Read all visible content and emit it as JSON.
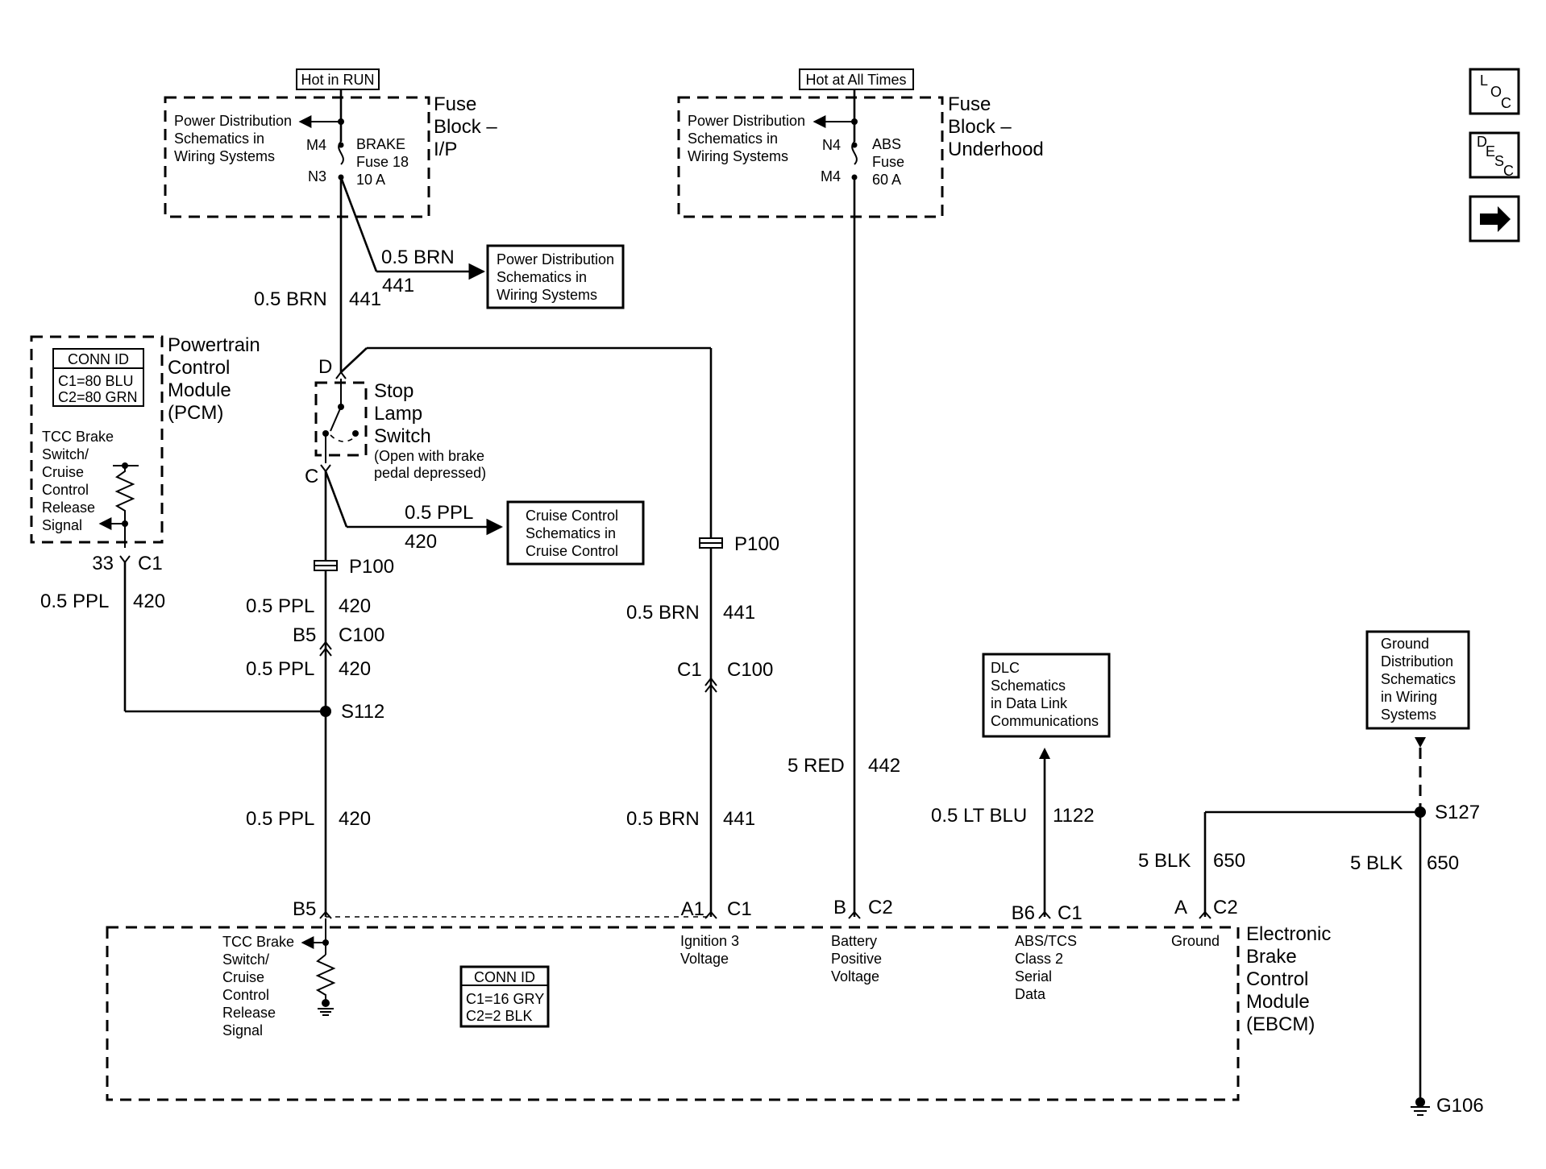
{
  "supply": {
    "hot_run": "Hot in RUN",
    "hot_all": "Hot at All Times"
  },
  "fuse_ip": {
    "title": [
      "Fuse",
      "Block –",
      "I/P"
    ],
    "ref": [
      "Power Distribution",
      "Schematics in",
      "Wiring Systems"
    ],
    "pin_top": "M4",
    "pin_bot": "N3",
    "fuse": [
      "BRAKE",
      "Fuse 18",
      "10 A"
    ]
  },
  "fuse_uh": {
    "title": [
      "Fuse",
      "Block –",
      "Underhood"
    ],
    "ref": [
      "Power Distribution",
      "Schematics in",
      "Wiring Systems"
    ],
    "pin_top": "N4",
    "pin_bot": "M4",
    "fuse": [
      "ABS",
      "Fuse",
      "60 A"
    ]
  },
  "refs": {
    "power_dist": [
      "Power Distribution",
      "Schematics in",
      "Wiring Systems"
    ],
    "cruise": [
      "Cruise Control",
      "Schematics in",
      "Cruise Control"
    ],
    "dlc": [
      "DLC",
      "Schematics",
      "in Data Link",
      "Communications"
    ],
    "ground": [
      "Ground",
      "Distribution",
      "Schematics",
      "in Wiring",
      "Systems"
    ]
  },
  "pcm": {
    "title": [
      "Powertrain",
      "Control",
      "Module",
      "(PCM)"
    ],
    "conn_id_title": "CONN ID",
    "conn_ids": [
      "C1=80 BLU",
      "C2=80 GRN"
    ],
    "signal": [
      "TCC Brake",
      "Switch/",
      "Cruise",
      "Control",
      "Release",
      "Signal"
    ],
    "pin": "33",
    "connector": "C1"
  },
  "switch": {
    "title": [
      "Stop",
      "Lamp",
      "Switch"
    ],
    "note": [
      "(Open with brake",
      "pedal depressed)"
    ],
    "pin_top": "D",
    "pin_bot": "C"
  },
  "wires": {
    "brn_size": "0.5 BRN",
    "brn_circuit": "441",
    "ppl_size": "0.5 PPL",
    "ppl_circuit": "420",
    "red_size": "5 RED",
    "red_circuit": "442",
    "ltblu_size": "0.5 LT BLU",
    "ltblu_circuit": "1122",
    "blk_size": "5 BLK",
    "blk_circuit": "650"
  },
  "connectors": {
    "p100": "P100",
    "c100": "C100",
    "b5": "B5",
    "c1": "C1",
    "s112": "S112",
    "s127": "S127",
    "g106": "G106"
  },
  "ebcm": {
    "title": [
      "Electronic",
      "Brake",
      "Control",
      "Module",
      "(EBCM)"
    ],
    "conn_id_title": "CONN ID",
    "conn_ids": [
      "C1=16 GRY",
      "C2=2 BLK"
    ],
    "signal": [
      "TCC Brake",
      "Switch/",
      "Cruise",
      "Control",
      "Release",
      "Signal"
    ],
    "pins": [
      {
        "pin": "B5",
        "conn": ""
      },
      {
        "pin": "A1",
        "conn": "C1"
      },
      {
        "pin": "B",
        "conn": "C2"
      },
      {
        "pin": "B6",
        "conn": "C1"
      },
      {
        "pin": "A",
        "conn": "C2"
      }
    ],
    "ign": [
      "Ignition 3",
      "Voltage"
    ],
    "batt": [
      "Battery",
      "Positive",
      "Voltage"
    ],
    "data": [
      "ABS/TCS",
      "Class 2",
      "Serial",
      "Data"
    ],
    "gnd": "Ground"
  },
  "nav": {
    "loc": [
      "L",
      "O",
      "C"
    ],
    "desc": [
      "D",
      "E",
      "S",
      "C"
    ]
  }
}
